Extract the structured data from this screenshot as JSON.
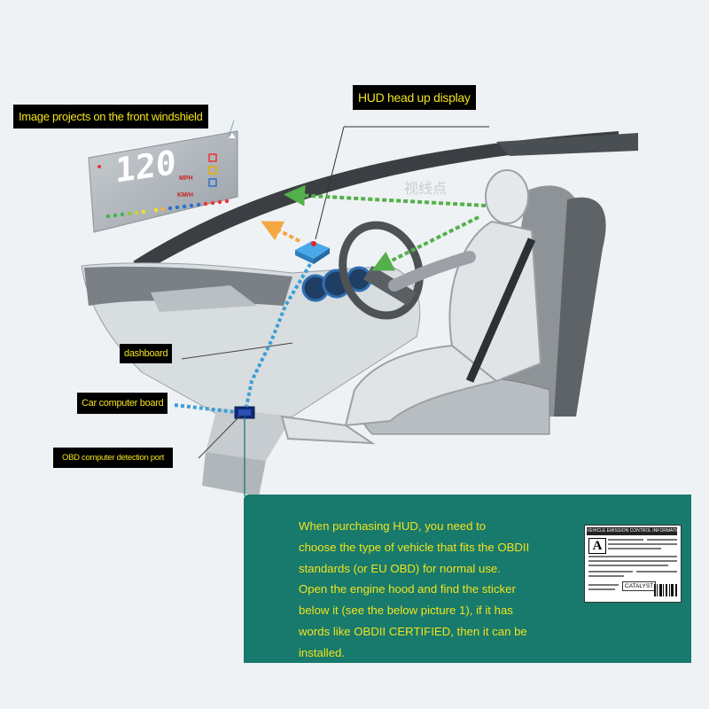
{
  "labels": {
    "windshield": "Image projects on the front windshield",
    "hud": "HUD head up display",
    "dashboard": "dashboard",
    "computer_board": "Car computer board",
    "obd_port": "OBD computer detection port"
  },
  "watermark": "视线点",
  "hud_screen": {
    "speed": "120",
    "unit_mph": "MPH",
    "unit_kmh": "KM/H"
  },
  "info_panel": {
    "text": "When purchasing HUD, you need to\nchoose the type of vehicle that fits the OBDII\nstandards (or EU OBD) for normal use.\nOpen the engine hood and find the sticker\nbelow it (see the below picture 1), if it has\nwords like OBDII CERTIFIED, then it can be\ninstalled."
  },
  "sticker": {
    "title": "VEHICLE EMISSION CONTROL INFORMATION",
    "grade": "A",
    "catalyst": "CATALYST"
  },
  "colors": {
    "label_bg": "#000000",
    "label_text": "#f2e21c",
    "panel_bg": "#177a6d",
    "sight_arrow": "#54b04a",
    "projection_arrow": "#f4a742",
    "connection_line": "#3c9fd4",
    "leader_line": "#1a7a73"
  }
}
